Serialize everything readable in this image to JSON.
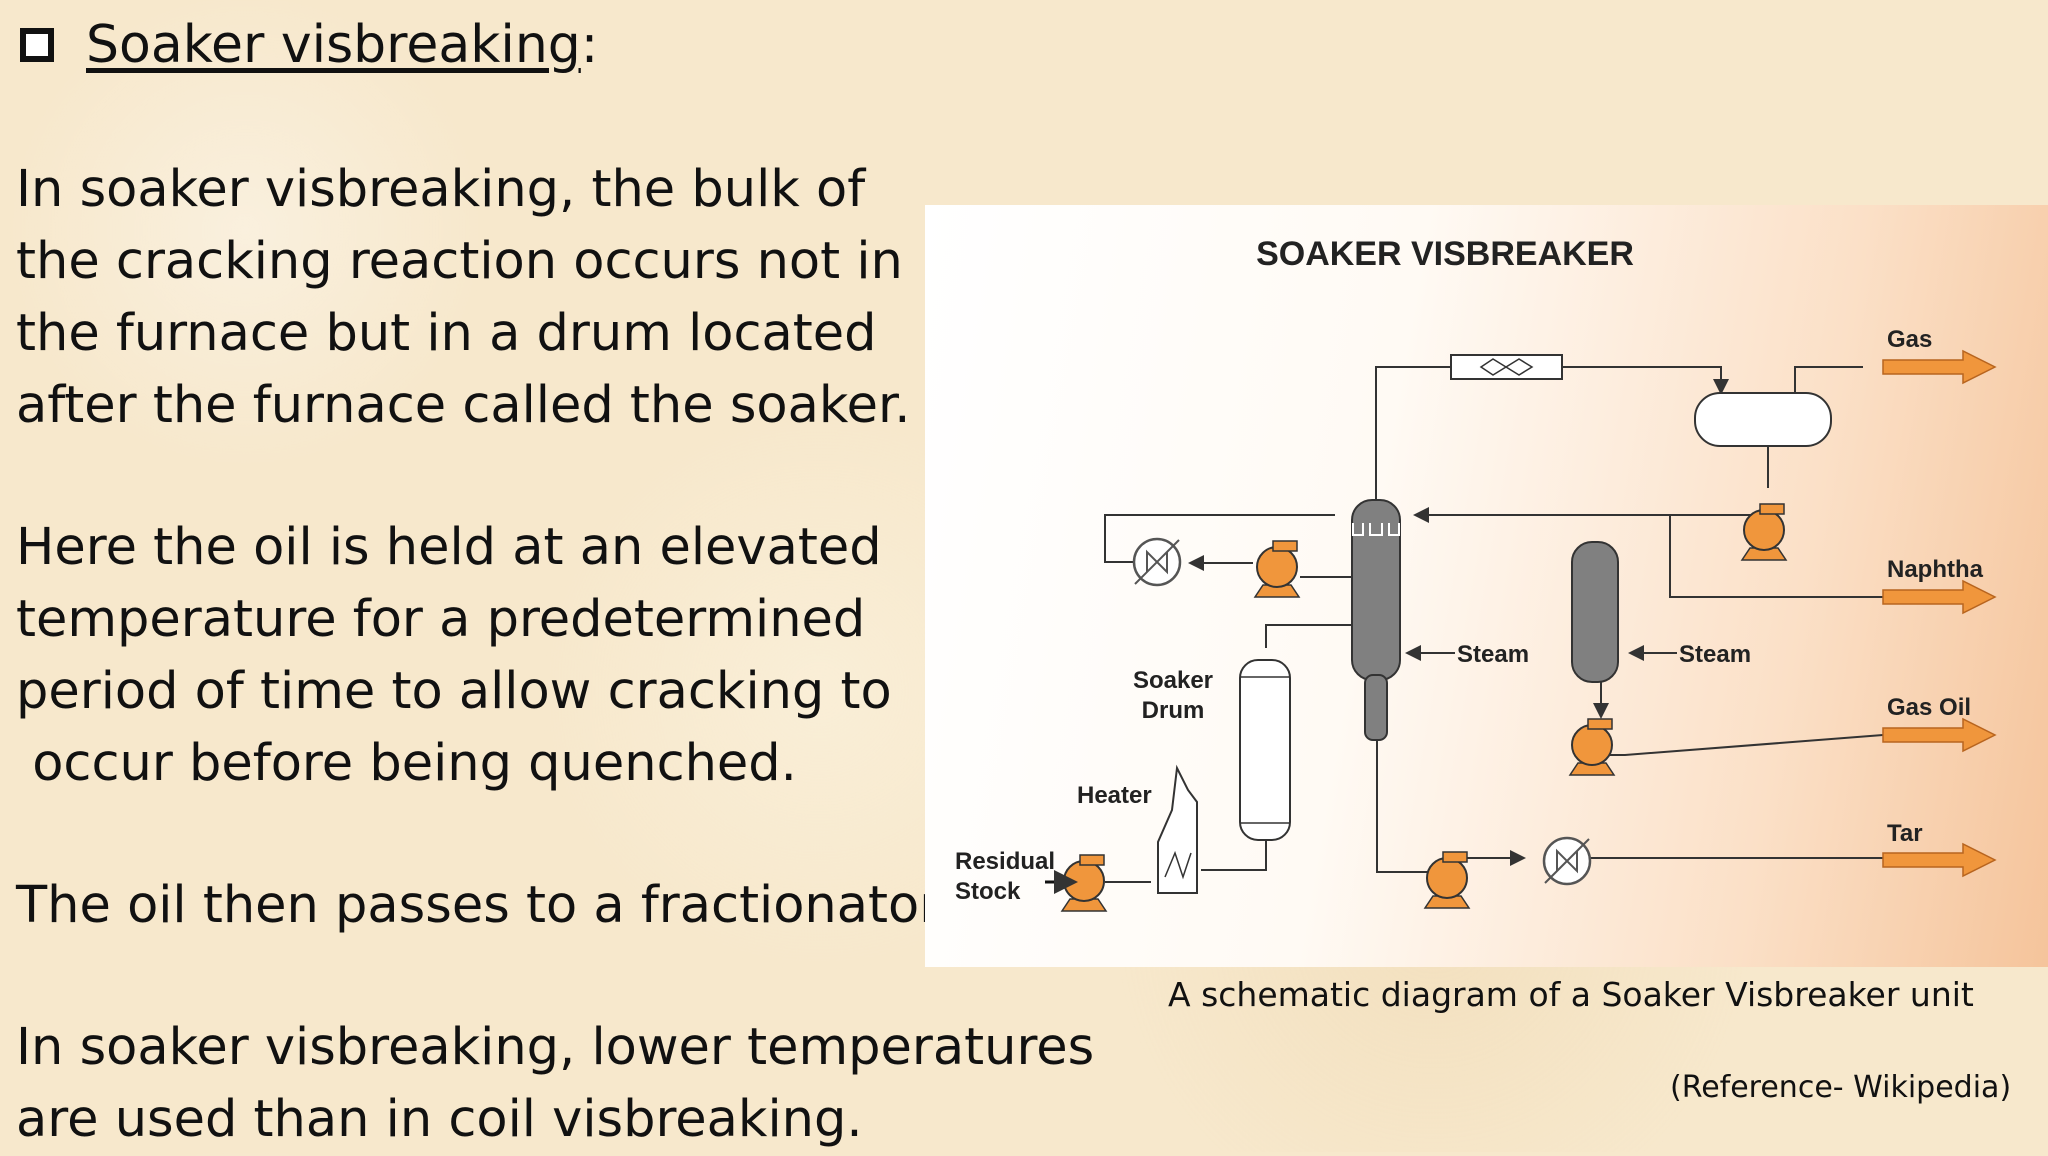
{
  "slide": {
    "heading": "Soaker visbreaking",
    "heading_suffix": ":",
    "paragraph1": "In soaker visbreaking, the bulk of\nthe cracking reaction occurs not in\nthe furnace but in a drum located\nafter the furnace called the soaker.",
    "paragraph2": "Here the oil is held at an elevated\ntemperature for a predetermined\nperiod of time to allow cracking to\n occur before being quenched.",
    "paragraph3": "The oil then passes to a fractionator.",
    "paragraph4": "In soaker visbreaking, lower temperatures\nare used than in coil visbreaking."
  },
  "diagram": {
    "title": "SOAKER VISBREAKER",
    "labels": {
      "gas": "Gas",
      "naphtha": "Naphtha",
      "gas_oil": "Gas Oil",
      "tar": "Tar",
      "steam_1": "Steam",
      "steam_2": "Steam",
      "soaker_line1": "Soaker",
      "soaker_line2": "Drum",
      "heater": "Heater",
      "residual_line1": "Residual",
      "residual_line2": "Stock"
    },
    "colors": {
      "equipment_gray": "#808080",
      "pump_orange": "#f0963c",
      "arrow_orange": "#f0963c"
    }
  },
  "caption": "A schematic diagram of a Soaker Visbreaker unit",
  "reference": "(Reference-  Wikipedia)"
}
